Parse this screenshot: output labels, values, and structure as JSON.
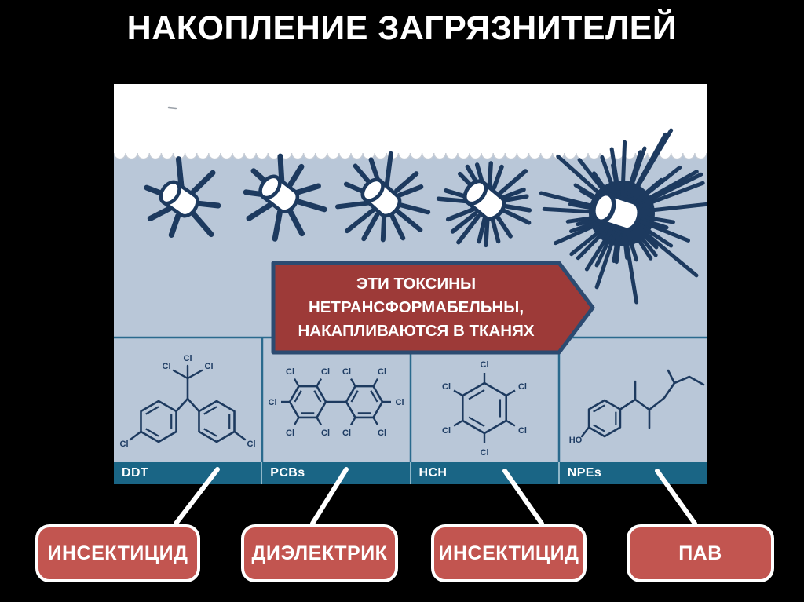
{
  "slide": {
    "title": "НАКОПЛЕНИЕ ЗАГРЯЗНИТЕЛЕЙ"
  },
  "callout": {
    "lines": [
      "ЭТИ ТОКСИНЫ",
      "НЕТРАНСФОРМАБЕЛЬНЫ,",
      "НАКАПЛИВАЮТСЯ В ТКАНЯХ"
    ]
  },
  "chemicals": [
    {
      "code": "DDT",
      "role": "ИНСЕКТИЦИД"
    },
    {
      "code": "PCBs",
      "role": "ДИЭЛЕКТРИК"
    },
    {
      "code": "HCH",
      "role": "ИНСЕКТИЦИД"
    },
    {
      "code": "NPEs",
      "role": "ПАВ"
    }
  ],
  "atoms": {
    "cl": "Cl",
    "ho": "HO"
  },
  "diagram": {
    "description": "sea urchins below the water line accumulating toxins, spine count grows with accumulation",
    "urchin_stages": [
      {
        "spines": 7
      },
      {
        "spines": 9
      },
      {
        "spines": 13
      },
      {
        "spines": 19
      },
      {
        "spines": 44
      }
    ]
  },
  "colors": {
    "background": "#000000",
    "navy": "#1d3a5f",
    "water": "#b9c7d8",
    "label_bar": "#1a6585",
    "callout_fill": "#9d3a38",
    "callout_border": "#2c4b71",
    "button_fill": "#c25550",
    "text": "#ffffff"
  }
}
